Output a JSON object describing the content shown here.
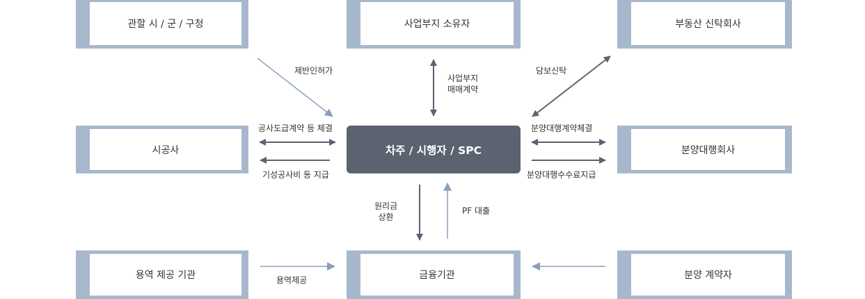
{
  "boxes": {
    "authority": "관할 시 / 군 / 구청",
    "landowner": "사업부지 소유자",
    "trust": "부동산 신탁회사",
    "contractor": "시공사",
    "sales_agency": "분양대행회사",
    "service": "용역 제공 기관",
    "finance": "금융기관",
    "buyer": "분양 계약자"
  },
  "center": "차주 / 시행자 / SPC",
  "labels": {
    "permits": "제반인허가",
    "purchase_line1": "사업부지",
    "purchase_line2": "매매계약",
    "collateral_trust": "담보신탁",
    "construction_contract": "공사도급계약 등 체결",
    "progress_payment": "기성공사비 등 지급",
    "sales_contract": "분양대행계약체결",
    "sales_fee": "분양대행수수료지급",
    "repay_line1": "원리금",
    "repay_line2": "상환",
    "pf_loan": "PF 대출",
    "service_provide": "용역제공"
  },
  "colors": {
    "dark_arrow": "#5b6270",
    "light_arrow": "#8aa0b8",
    "box_border": "#a8b8cc",
    "center_fill": "#5b6270"
  }
}
